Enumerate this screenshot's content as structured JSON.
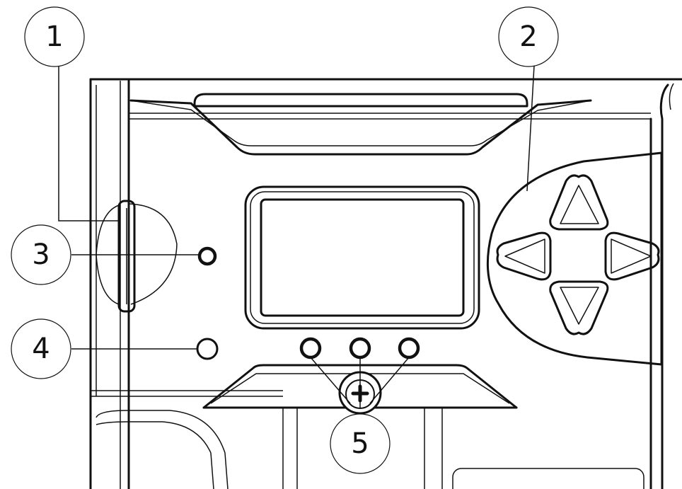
{
  "callouts": [
    {
      "id": "1",
      "label": "1"
    },
    {
      "id": "2",
      "label": "2"
    },
    {
      "id": "3",
      "label": "3"
    },
    {
      "id": "4",
      "label": "4"
    },
    {
      "id": "5",
      "label": "5"
    }
  ],
  "colors": {
    "stroke": "#111111",
    "background": "#ffffff"
  },
  "icons": [
    "sd-card-slot",
    "directional-pad",
    "status-led",
    "power-button",
    "function-buttons",
    "lcd-screen",
    "screw"
  ]
}
